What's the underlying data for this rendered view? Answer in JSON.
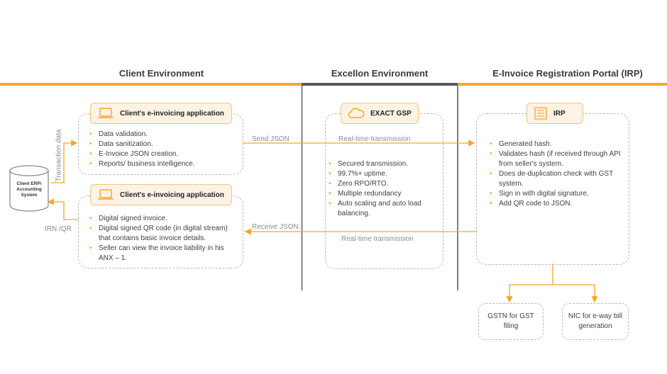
{
  "headers": {
    "client": "Client Environment",
    "excellon": "Excellon Environment",
    "irp": "E-Invoice Registration Portal (IRP)"
  },
  "colors": {
    "accent": "#f5a623",
    "excellon_bar": "#555a60"
  },
  "client_erp": {
    "label": "Client ERP/ Accounting System"
  },
  "side_labels": {
    "transaction_data": "Transaction data",
    "irn_qr": "IRN /QR"
  },
  "client_app_top": {
    "title": "Client's e-invoicing application",
    "icon": "laptop-icon",
    "items": [
      "Data validation.",
      "Data sanitization.",
      "E-Invoice JSON creation.",
      "Reports/ business intelligence."
    ]
  },
  "client_app_bottom": {
    "title": "Client's e-invoicing application",
    "icon": "laptop-icon",
    "items": [
      "Digital signed invoice.",
      "Digital signed QR code (in digital stream) that contains basic invoice details.",
      "Seller can view the invoice liability in his ANX – 1."
    ]
  },
  "flows": {
    "send_json": "Send JSON",
    "receive_json": "Receive JSON",
    "rt_top": "Real-time transmission",
    "rt_bottom": "Real-time transmission"
  },
  "gsp": {
    "title": "EXACT GSP",
    "icon": "cloud-icon",
    "items": [
      "Secured transmission.",
      "99.7%+ uptime.",
      "Zero RPO/RTO.",
      "Multiple redundancy",
      "Auto scaling and auto load balancing."
    ]
  },
  "irp": {
    "title": "IRP",
    "icon": "server-icon",
    "items": [
      "Generated hash.",
      "Validates hash (if received through API from seller's system.",
      "Does de-duplication check with GST system.",
      "Sign in with digital signature.",
      "Add QR code to JSON."
    ]
  },
  "outputs": {
    "gstn": "GSTN for GST filing",
    "nic": "NIC for e-way bill generation"
  }
}
